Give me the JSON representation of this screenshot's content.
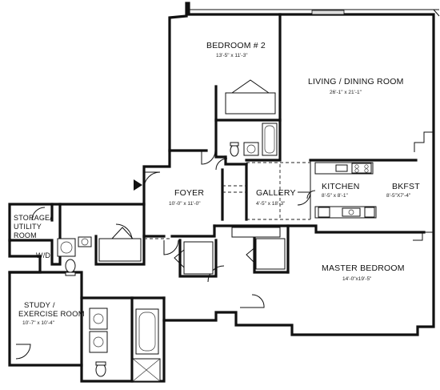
{
  "rooms": {
    "bedroom2": {
      "name": "BEDROOM # 2",
      "dims": "13'-5\" x 11'-3\""
    },
    "living": {
      "name": "LIVING / DINING ROOM",
      "dims": "26'-1\" x 21'-1\""
    },
    "foyer": {
      "name": "FOYER",
      "dims": "10'-0\" x 11'-0\""
    },
    "gallery": {
      "name": "GALLERY",
      "dims": "4'-5\" x 18'-3\""
    },
    "kitchen": {
      "name": "KITCHEN",
      "dims": "8'-5\" x 8'-1\""
    },
    "bkfst": {
      "name": "BKFST",
      "dims": "8'-5\"X7'-4\""
    },
    "storage_line1": "STORAGE/",
    "storage_line2": "UTILITY",
    "storage_line3": "ROOM",
    "wd": "W/D",
    "study_line1": "STUDY /",
    "study_line2": "EXERCISE ROOM",
    "study_dims": "10'-7\" x 10'-4\"",
    "master": {
      "name": "MASTER BEDROOM",
      "dims": "14'-0\"x19'-5\""
    }
  },
  "icons": {
    "entry": "entry-arrow-icon",
    "closet": "closet-door-icon",
    "toilet": "toilet-icon",
    "sink": "sink-icon",
    "tub": "bathtub-icon",
    "range": "stove-icon",
    "shower": "shower-icon"
  }
}
